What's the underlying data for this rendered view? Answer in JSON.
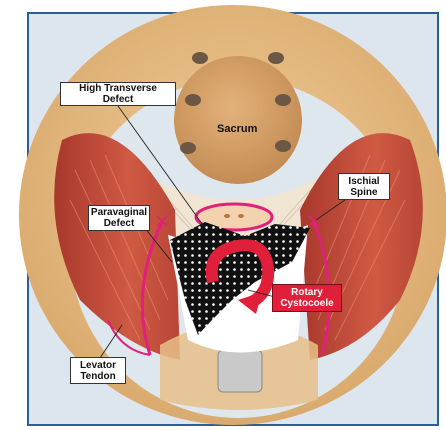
{
  "labels": {
    "high_transverse": "High Transverse\nDefect",
    "sacrum": "Sacrum",
    "ischial_spine": "Ischial\nSpine",
    "paravaginal": "Paravaginal\nDefect",
    "rotary": "Rotary\nCystocoele",
    "levator": "Levator\nTendon"
  },
  "colors": {
    "frame_border": "#2a5f9a",
    "background": "#dde6ee",
    "bone": "#e8bf86",
    "bone_dark": "#c9955a",
    "muscle": "#c24a3a",
    "magenta": "#e0207a",
    "defect": "#111111",
    "label_red": "#e0203a"
  }
}
